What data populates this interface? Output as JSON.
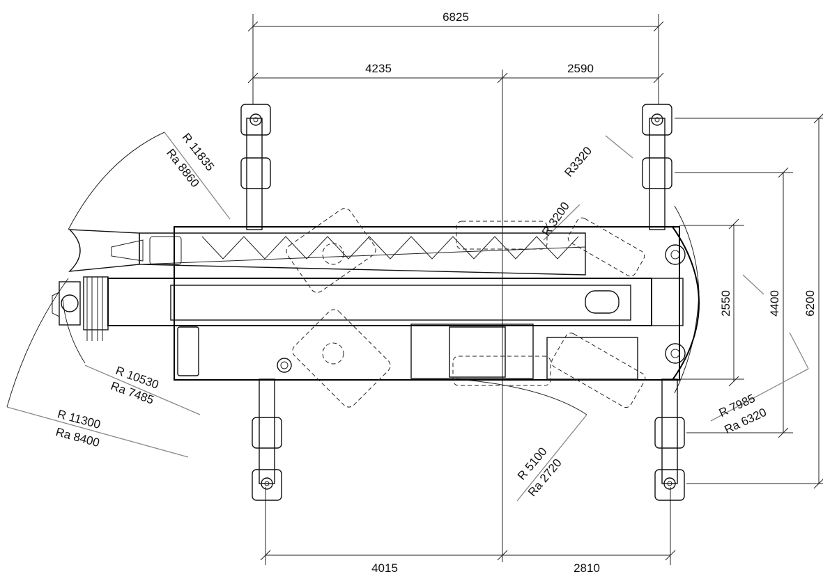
{
  "dimensions": {
    "overall_top": "6825",
    "top_left": "4235",
    "top_right": "2590",
    "bottom_left": "4015",
    "bottom_right": "2810",
    "right_width_1": "2550",
    "right_width_2": "4400",
    "right_width_3": "6200"
  },
  "radii": {
    "tail_r": "R 11835",
    "tail_ra": "Ra 8860",
    "front_r1": "R 10530",
    "front_ra1": "Ra 7485",
    "front_r2": "R 11300",
    "front_ra2": "Ra 8400",
    "rear_r3320": "R3320",
    "rear_r3200": "R 3200",
    "side_r": "R 7985",
    "side_ra": "Ra 6320",
    "mid_r": "R 5100",
    "mid_ra": "Ra 2720"
  },
  "colors": {
    "line": "#111111",
    "leader": "#888888",
    "background": "#ffffff"
  }
}
